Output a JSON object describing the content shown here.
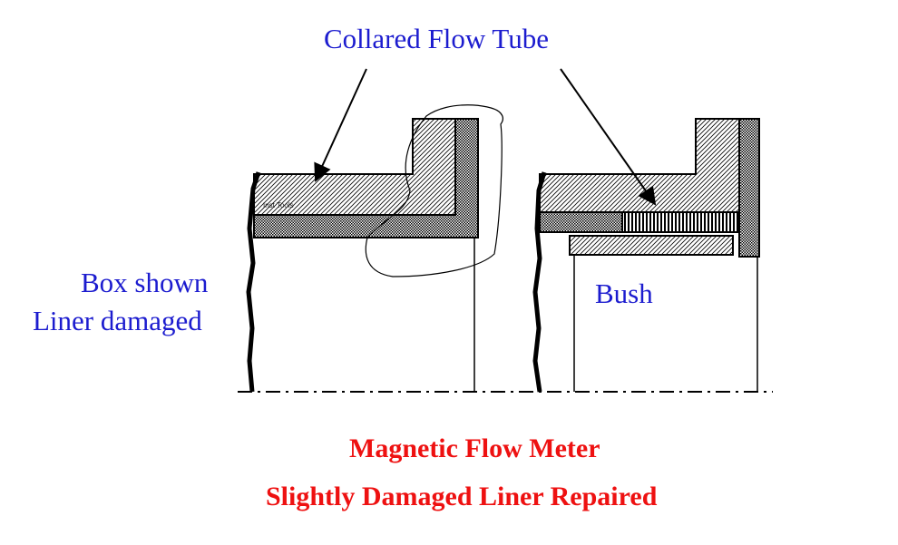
{
  "labels": {
    "collared_flow_tube": "Collared Flow Tube",
    "box_shown": "Box shown",
    "liner_damaged": "Liner damaged",
    "bush": "Bush",
    "small_text": "Inst Tools"
  },
  "title": {
    "line1": "Magnetic Flow Meter",
    "line2": "Slightly Damaged Liner Repaired"
  },
  "colors": {
    "label_blue": "#1c1ccf",
    "title_red": "#ee1111",
    "outline": "#000000"
  }
}
